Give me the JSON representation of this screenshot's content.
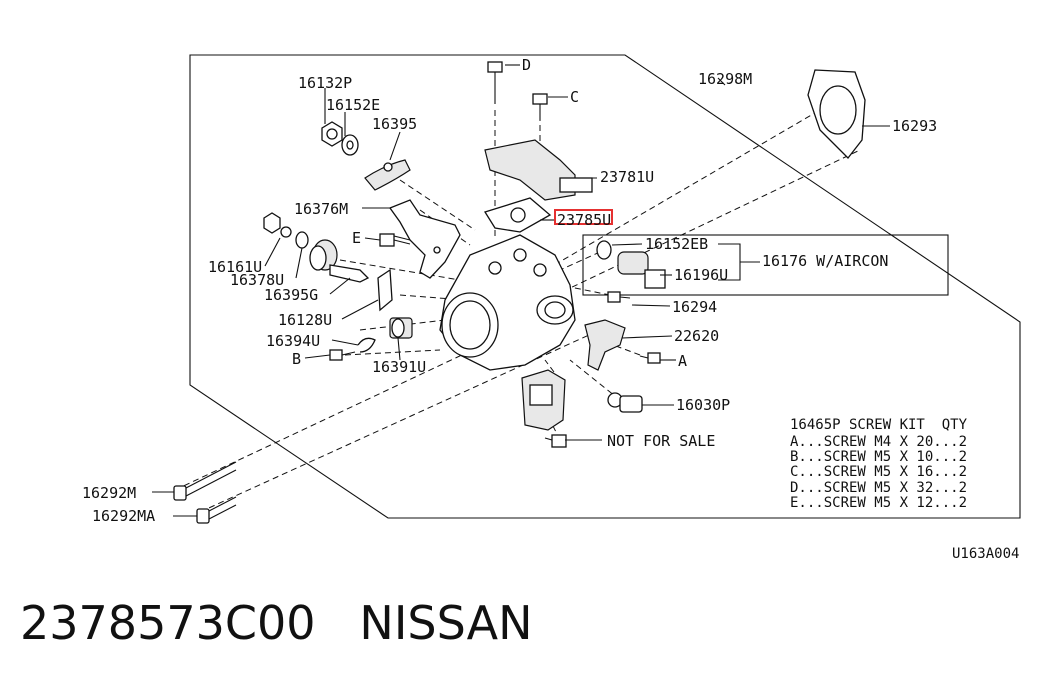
{
  "labels": {
    "p16132P": "16132P",
    "p16152E": "16152E",
    "p16395": "16395",
    "p16376M": "16376M",
    "pE": "E",
    "p16161U": "16161U",
    "p16378U": "16378U",
    "p16395G": "16395G",
    "p16128U": "16128U",
    "p16394U": "16394U",
    "pB": "B",
    "p16391U": "16391U",
    "pD": "D",
    "pC": "C",
    "p23781U": "23781U",
    "p23785U": "23785U",
    "p16298M": "16298M",
    "p16293": "16293",
    "p16152EB": "16152EB",
    "p16196U": "16196U",
    "p16176": "16176 W/AIRCON",
    "p16294": "16294",
    "p22620": "22620",
    "pA": "A",
    "p16030P": "16030P",
    "pNotForSale": "NOT FOR SALE",
    "p16292M": "16292M",
    "p16292MA": "16292MA",
    "diagramCode": "U163A004"
  },
  "screwKit": {
    "header": "16465P SCREW KIT  QTY",
    "rows": [
      "A...SCREW M4 X 20...2",
      "B...SCREW M5 X 10...2",
      "C...SCREW M5 X 16...2",
      "D...SCREW M5 X 32...2",
      "E...SCREW M5 X 12...2"
    ]
  },
  "highlight": {
    "color": "#e53030",
    "partNumber": "23785U"
  },
  "caption": {
    "partNumber": "2378573C00",
    "brand": "NISSAN"
  }
}
